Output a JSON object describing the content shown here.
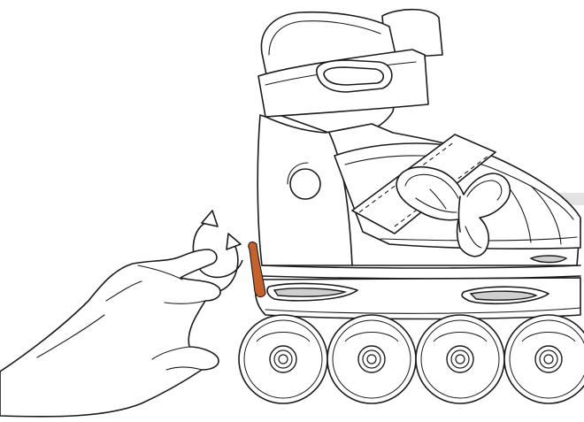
{
  "colors": {
    "line": "#1b1b1b",
    "background": "#ffffff",
    "highlight": "#c4622d",
    "panel": "#e3e3e3",
    "accent_gray": "#cfcfcf"
  },
  "icons": {
    "rotate": "circular-arrows-icon"
  },
  "diagram": {
    "subject": "inline-skate-adjustment-illustration",
    "wheel_count": 4,
    "highlighted_part": "size-adjust-lever"
  }
}
